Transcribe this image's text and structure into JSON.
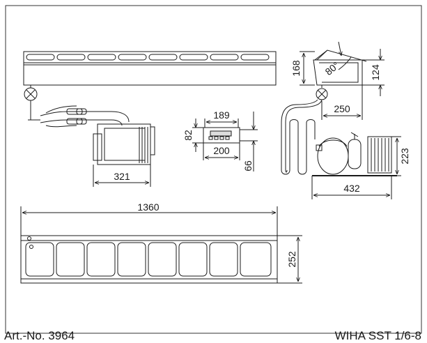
{
  "footer": {
    "article_number": "Art.-No. 3964",
    "model_name": "WIHA SST 1/6-8"
  },
  "dimensions": {
    "front_length": "1360",
    "front_height": "252",
    "side_height_total": "168",
    "side_height_front": "124",
    "side_angle": "80°",
    "side_depth": "250",
    "condensing_unit_width": "432",
    "condensing_unit_height": "223",
    "small_unit_width": "321",
    "controller_width_outer": "200",
    "controller_width_inner": "189",
    "controller_height": "82",
    "controller_depth": "66"
  },
  "colors": {
    "line": "#1a1a1a",
    "border": "#333333"
  }
}
